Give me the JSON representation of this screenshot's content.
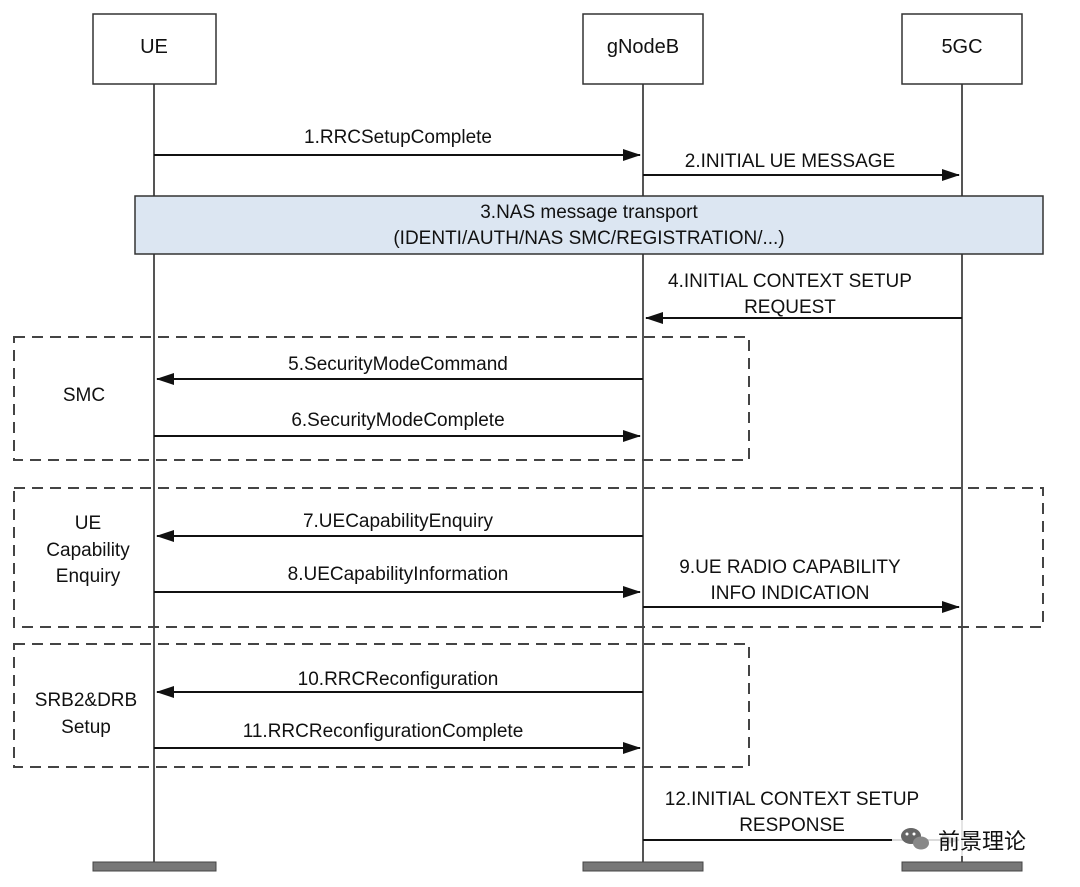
{
  "entities": {
    "ue": "UE",
    "gnb": "gNodeB",
    "core": "5GC"
  },
  "messages": [
    {
      "id": "m1",
      "label": "1.RRCSetupComplete"
    },
    {
      "id": "m2",
      "label": "2.INITIAL UE MESSAGE"
    },
    {
      "id": "m4",
      "lines": [
        "4.INITIAL CONTEXT SETUP",
        "REQUEST"
      ]
    },
    {
      "id": "m5",
      "label": "5.SecurityModeCommand"
    },
    {
      "id": "m6",
      "label": "6.SecurityModeComplete"
    },
    {
      "id": "m7",
      "label": "7.UECapabilityEnquiry"
    },
    {
      "id": "m8",
      "label": "8.UECapabilityInformation"
    },
    {
      "id": "m9",
      "lines": [
        "9.UE RADIO CAPABILITY",
        "INFO INDICATION"
      ]
    },
    {
      "id": "m10",
      "label": "10.RRCReconfiguration"
    },
    {
      "id": "m11",
      "label": "11.RRCReconfigurationComplete"
    },
    {
      "id": "m12",
      "lines": [
        "12.INITIAL CONTEXT SETUP",
        "RESPONSE"
      ]
    }
  ],
  "nas_box": {
    "line1": "3.NAS message transport",
    "line2": "(IDENTI/AUTH/NAS SMC/REGISTRATION/...)"
  },
  "groups": {
    "smc": [
      "SMC"
    ],
    "ue_cap": [
      "UE",
      "Capability",
      "Enquiry"
    ],
    "srb": [
      "SRB2&DRB",
      "Setup"
    ]
  },
  "watermark": {
    "text": "前景理论",
    "icon": "wechat-icon"
  },
  "colors": {
    "nas_fill": "#dce6f2",
    "line": "#222222",
    "lifeline": "#555555",
    "dashed": "#444444",
    "footer_bar": "#777777"
  }
}
